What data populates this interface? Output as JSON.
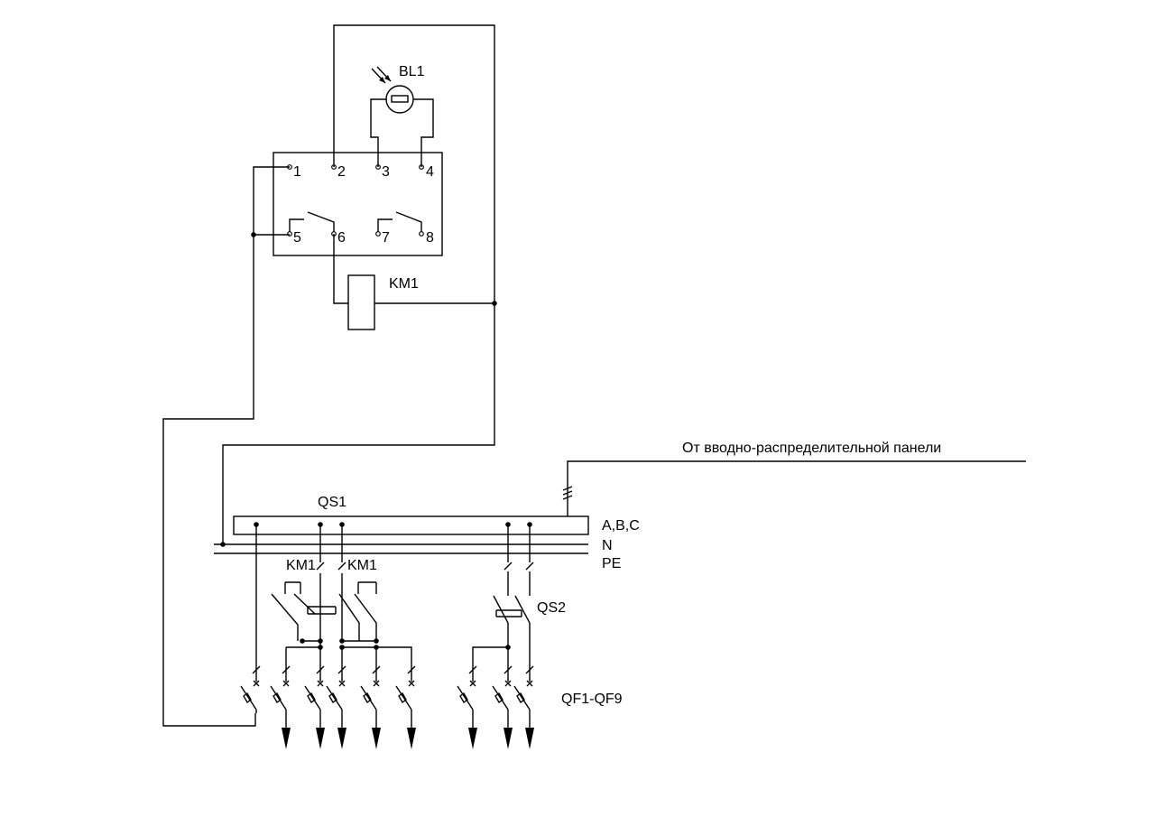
{
  "relay": {
    "terminals": [
      "1",
      "2",
      "3",
      "4",
      "5",
      "6",
      "7",
      "8"
    ]
  },
  "sensor": {
    "label": "BL1"
  },
  "coil": {
    "label": "KM1"
  },
  "feed": {
    "text": "От вводно-распределительной панели"
  },
  "bus": {
    "switch_label": "QS1",
    "phase_label": "A,B,C",
    "neutral_label": "N",
    "earth_label": "PE"
  },
  "contactor_labels": [
    "KM1",
    "KM1"
  ],
  "switch2": {
    "label": "QS2"
  },
  "breakers": {
    "label": "QF1-QF9"
  }
}
